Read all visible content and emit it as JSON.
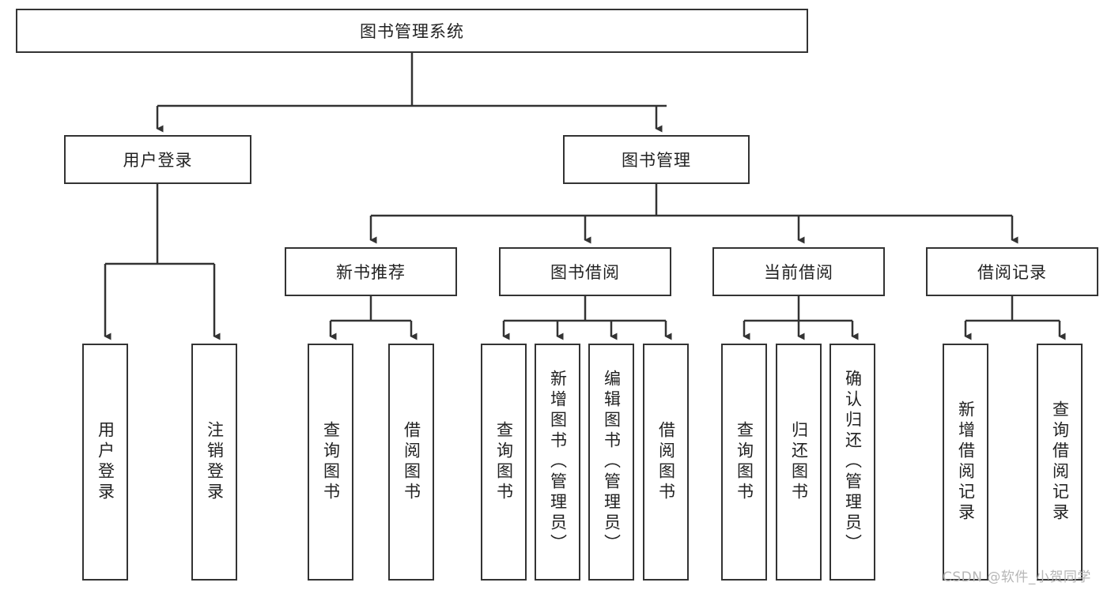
{
  "diagram": {
    "title": "图书管理系统",
    "type": "hierarchy-flowchart",
    "colors": {
      "background": "#ffffff",
      "border": "#333333",
      "text": "#222222",
      "watermark": "#b6b6b6"
    },
    "watermark": "CSDN @软件_小贺同学",
    "levels": {
      "root": {
        "label": "图书管理系统"
      },
      "level2": [
        {
          "id": "user-login",
          "label": "用户登录"
        },
        {
          "id": "book-manage",
          "label": "图书管理"
        }
      ],
      "level3": [
        {
          "id": "new-book-recommend",
          "label": "新书推荐"
        },
        {
          "id": "book-borrow",
          "label": "图书借阅"
        },
        {
          "id": "current-borrow",
          "label": "当前借阅"
        },
        {
          "id": "borrow-record",
          "label": "借阅记录"
        }
      ],
      "leaves": {
        "user-login": [
          {
            "id": "leaf-user-login",
            "label": "用户登录"
          },
          {
            "id": "leaf-user-logout",
            "label": "注销登录"
          }
        ],
        "new-book-recommend": [
          {
            "id": "leaf-query-book-1",
            "label": "查询图书"
          },
          {
            "id": "leaf-borrow-book-1",
            "label": "借阅图书"
          }
        ],
        "book-borrow": [
          {
            "id": "leaf-query-book-2",
            "label": "查询图书"
          },
          {
            "id": "leaf-add-book",
            "label": "新增图书（管理员）"
          },
          {
            "id": "leaf-edit-book",
            "label": "编辑图书（管理员）"
          },
          {
            "id": "leaf-borrow-book-2",
            "label": "借阅图书"
          }
        ],
        "current-borrow": [
          {
            "id": "leaf-query-book-3",
            "label": "查询图书"
          },
          {
            "id": "leaf-return-book",
            "label": "归还图书"
          },
          {
            "id": "leaf-confirm-return",
            "label": "确认归还（管理员）"
          }
        ],
        "borrow-record": [
          {
            "id": "leaf-add-record",
            "label": "新增借阅记录"
          },
          {
            "id": "leaf-query-record",
            "label": "查询借阅记录"
          }
        ]
      }
    }
  }
}
